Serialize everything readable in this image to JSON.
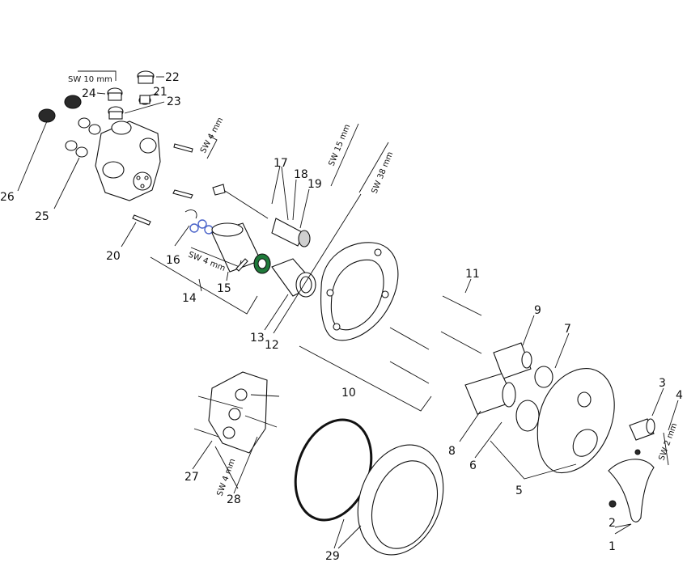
{
  "part_numbers": {
    "p1": "1",
    "p2": "2",
    "p3": "3",
    "p4": "4",
    "p5": "5",
    "p6": "6",
    "p7": "7",
    "p8": "8",
    "p9": "9",
    "p10": "10",
    "p11": "11",
    "p12": "12",
    "p13": "13",
    "p14": "14",
    "p15": "15",
    "p16": "16",
    "p17": "17",
    "p18": "18",
    "p19": "19",
    "p20": "20",
    "p21": "21",
    "p22": "22",
    "p23": "23",
    "p24": "24",
    "p25": "25",
    "p26": "26",
    "p27": "27",
    "p28": "28",
    "p29": "29"
  },
  "tool_labels": {
    "sw10": "SW 10 mm",
    "sw4_top": "SW 4 mm",
    "sw15": "SW 15 mm",
    "sw38": "SW 38 mm",
    "sw4_mid": "SW 4 mm",
    "sw2": "SW 2 mm",
    "sw4_bottom": "SW 4 mm"
  },
  "colors": {
    "line": "#111111",
    "o_ring_highlight": "#4a63c9",
    "nut_highlight": "#1f7a3a",
    "background": "#ffffff"
  }
}
